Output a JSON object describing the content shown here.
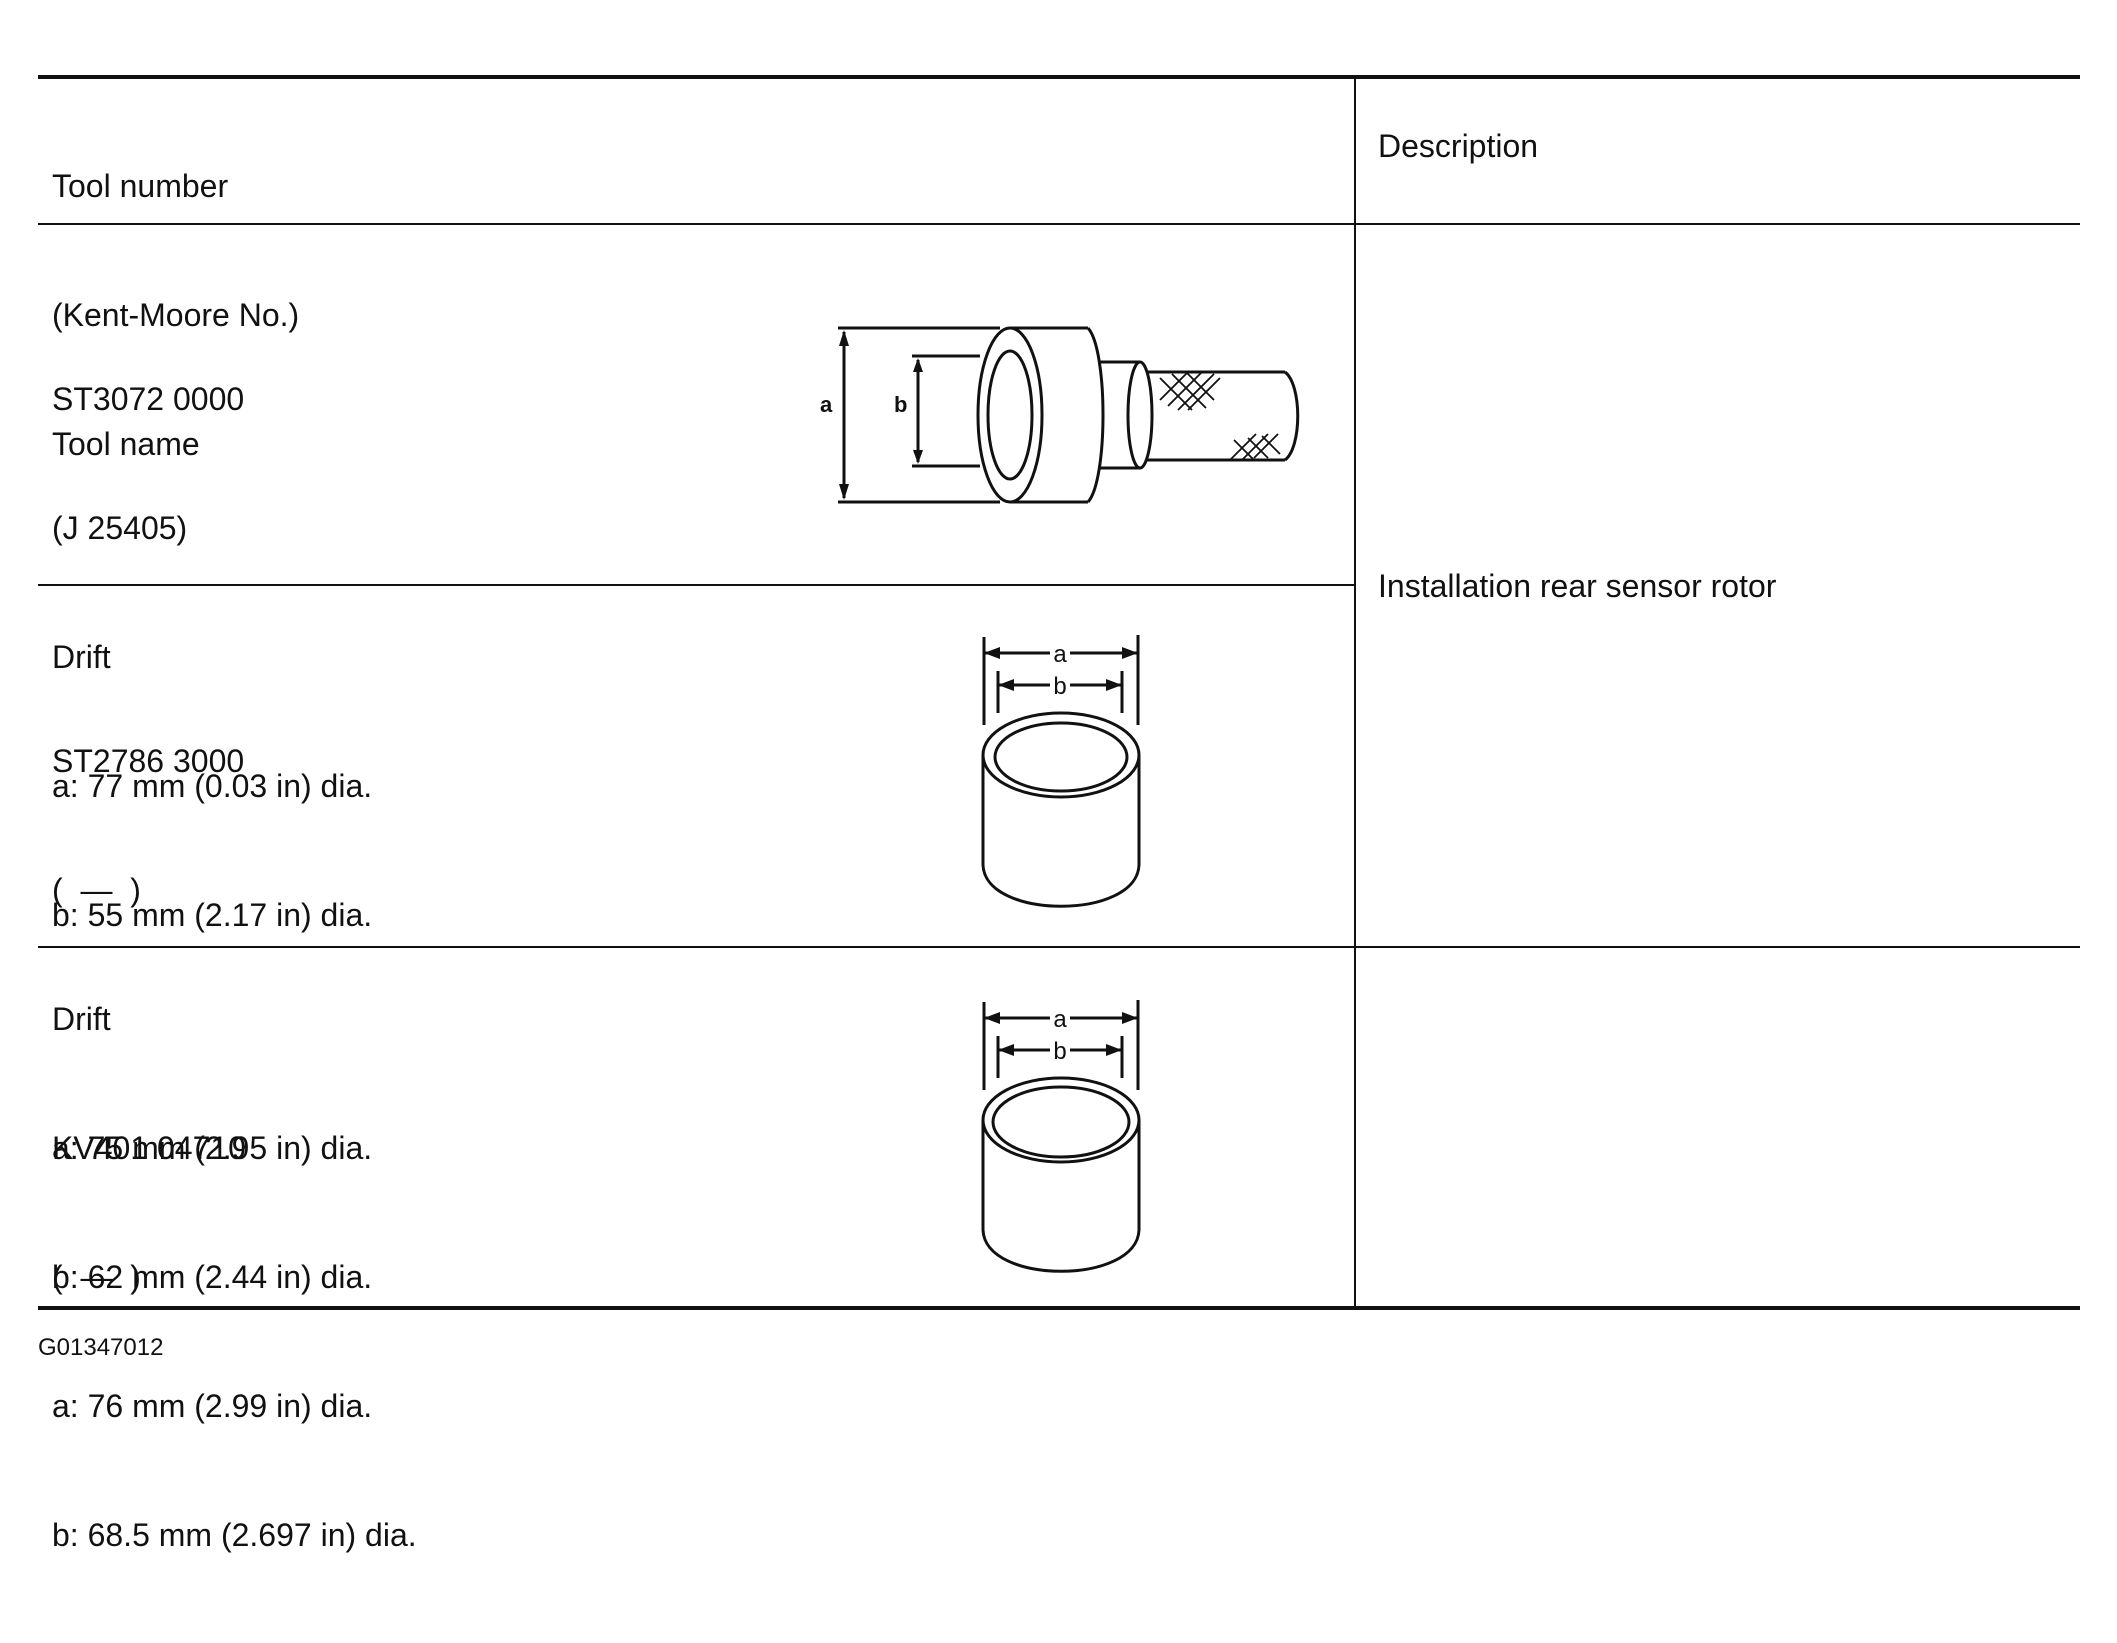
{
  "table": {
    "header": {
      "tool_lines": [
        "Tool number",
        "(Kent-Moore No.)",
        "Tool name"
      ],
      "description": "Description"
    },
    "rows": [
      {
        "lines": [
          "ST3072 0000",
          "(J 25405)",
          "Drift",
          "a: 77 mm (0.03 in) dia.",
          "b: 55 mm (2.17 in) dia."
        ],
        "figure_labels": {
          "a": "a",
          "b": "b"
        }
      },
      {
        "lines": [
          "ST2786 3000",
          "(  —  )",
          "Drift",
          "a: 75 mm (2.95 in) dia.",
          "b: 62 mm (2.44 in) dia."
        ],
        "figure_labels": {
          "a": "a",
          "b": "b"
        }
      },
      {
        "lines": [
          "KV401 04710",
          "(  —  )",
          "a: 76 mm (2.99 in) dia.",
          "b: 68.5 mm (2.697 in) dia."
        ],
        "figure_labels": {
          "a": "a",
          "b": "b"
        }
      }
    ],
    "shared_description": "Installation rear sensor rotor"
  },
  "figure_code": "G01347012"
}
